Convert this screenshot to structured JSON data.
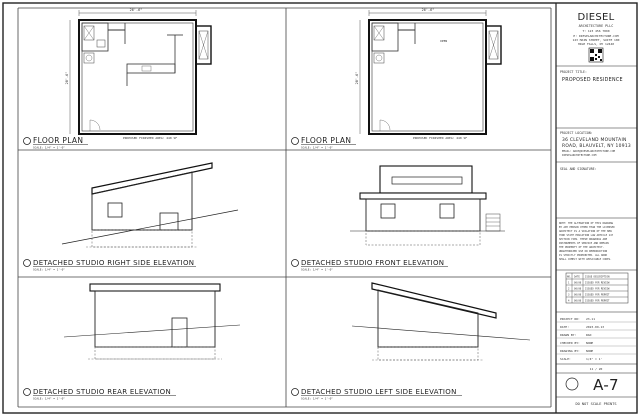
{
  "viewports": {
    "floor_plan_1": {
      "title": "FLOOR PLAN",
      "scale": "SCALE: 1/4\" = 1'-0\"",
      "area_note": "PROPOSED FINISHED AREA: 440 SF"
    },
    "floor_plan_2": {
      "title": "FLOOR PLAN",
      "scale": "SCALE: 1/4\" = 1'-0\"",
      "area_note": "PROPOSED FINISHED AREA: 440 SF"
    },
    "right_elev": {
      "title": "DETACHED STUDIO RIGHT SIDE ELEVATION",
      "scale": "SCALE: 1/4\" = 1'-0\""
    },
    "front_elev": {
      "title": "DETACHED STUDIO FRONT ELEVATION",
      "scale": "SCALE: 1/4\" = 1'-0\""
    },
    "rear_elev": {
      "title": "DETACHED STUDIO REAR ELEVATION",
      "scale": "SCALE: 1/4\" = 1'-0\""
    },
    "left_elev": {
      "title": "DETACHED STUDIO LEFT SIDE ELEVATION",
      "scale": "SCALE: 1/4\" = 1'-0\""
    }
  },
  "title_block": {
    "firm_name": "DIESEL",
    "firm_sub": "ARCHITECTURE PLLC",
    "firm_phone": "T: 123 456 7890",
    "firm_lines": [
      "E: DIESELARCHITECTURE.COM",
      "123 MAIN STREET, SUITE 100",
      "HIGH FALLS, NY 12440"
    ],
    "project_title_label": "PROJECT TITLE:",
    "project_title": "PROPOSED RESIDENCE",
    "project_location_label": "PROJECT LOCATION:",
    "project_location": [
      "36 CLEVELAND MOUNTAIN",
      "ROAD, BLAUVELT, NY 10913"
    ],
    "project_email": [
      "EMAIL: ARCH@DIESELARCHITECTURE.COM",
      "DIESELARCHITECTURE.COM"
    ],
    "seal_label": "SEAL AND SIGNATURE:",
    "notice": [
      "NOTE: THE ALTERATION OF THIS DRAWING",
      "BY ANY PERSON OTHER THAN THE LICENSED",
      "ARCHITECT IS A VIOLATION OF THE NEW",
      "YORK STATE EDUCATION LAW ARTICLE 147",
      "SECTION 7209. THESE DRAWINGS ARE",
      "INSTRUMENTS OF SERVICE AND REMAIN",
      "THE PROPERTY OF THE ARCHITECT.",
      "UNAUTHORIZED USE OR REPRODUCTION",
      "IS STRICTLY PROHIBITED. ALL WORK",
      "SHALL COMPLY WITH APPLICABLE CODES."
    ],
    "issue_header": [
      "NO.",
      "DATE",
      "ISSUE DESCRIPTION"
    ],
    "issue_rows": [
      [
        "1",
        "00/00",
        "ISSUED FOR REVIEW"
      ],
      [
        "2",
        "00/00",
        "ISSUED FOR REVIEW"
      ],
      [
        "3",
        "00/00",
        "ISSUED FOR PERMIT"
      ],
      [
        "4",
        "00/00",
        "ISSUED FOR PERMIT"
      ]
    ],
    "info": [
      [
        "PROJECT NO:",
        "23-11"
      ],
      [
        "DATE:",
        "2023-09-13"
      ],
      [
        "DRAWN BY:",
        "RAD"
      ],
      [
        "CHECKED BY:",
        "NONE"
      ],
      [
        "DRAWING BY:",
        "NONE"
      ],
      [
        "SCALE:",
        "1/4\" = 1'"
      ]
    ],
    "sheet_count": "11 / 20",
    "sheet_number": "A-7",
    "footer": "DO NOT SCALE PRINTS"
  }
}
